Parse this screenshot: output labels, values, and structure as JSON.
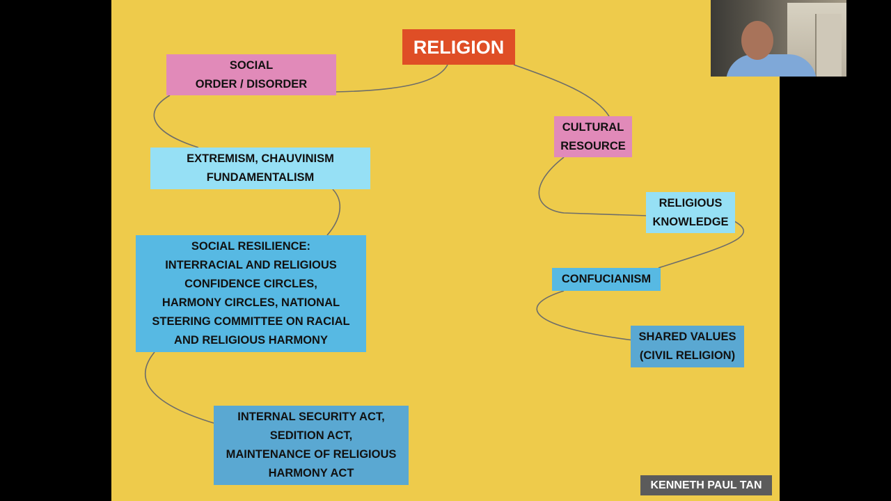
{
  "diagram": {
    "root": "RELIGION",
    "nodes": {
      "social_order": "SOCIAL\nORDER / DISORDER",
      "extremism": "EXTREMISM, CHAUVINISM\nFUNDAMENTALISM",
      "social_resilience": "SOCIAL RESILIENCE:\nINTERRACIAL AND RELIGIOUS\nCONFIDENCE CIRCLES,\nHARMONY CIRCLES, NATIONAL\nSTEERING COMMITTEE ON RACIAL\nAND RELIGIOUS HARMONY",
      "security_acts": "INTERNAL SECURITY ACT,\nSEDITION ACT,\nMAINTENANCE OF RELIGIOUS\nHARMONY ACT",
      "cultural_resource": "CULTURAL\nRESOURCE",
      "religious_knowledge": "RELIGIOUS\nKNOWLEDGE",
      "confucianism": "CONFUCIANISM",
      "shared_values": "SHARED VALUES\n(CIVIL RELIGION)"
    }
  },
  "speaker": {
    "name": "KENNETH PAUL TAN"
  },
  "colors": {
    "slide_background": "#eecb4b",
    "root": "#df4e26",
    "pink": "#e18ab9",
    "light_blue": "#96e0f5",
    "blue": "#57b9e3",
    "steel_blue": "#5aa8d2"
  }
}
